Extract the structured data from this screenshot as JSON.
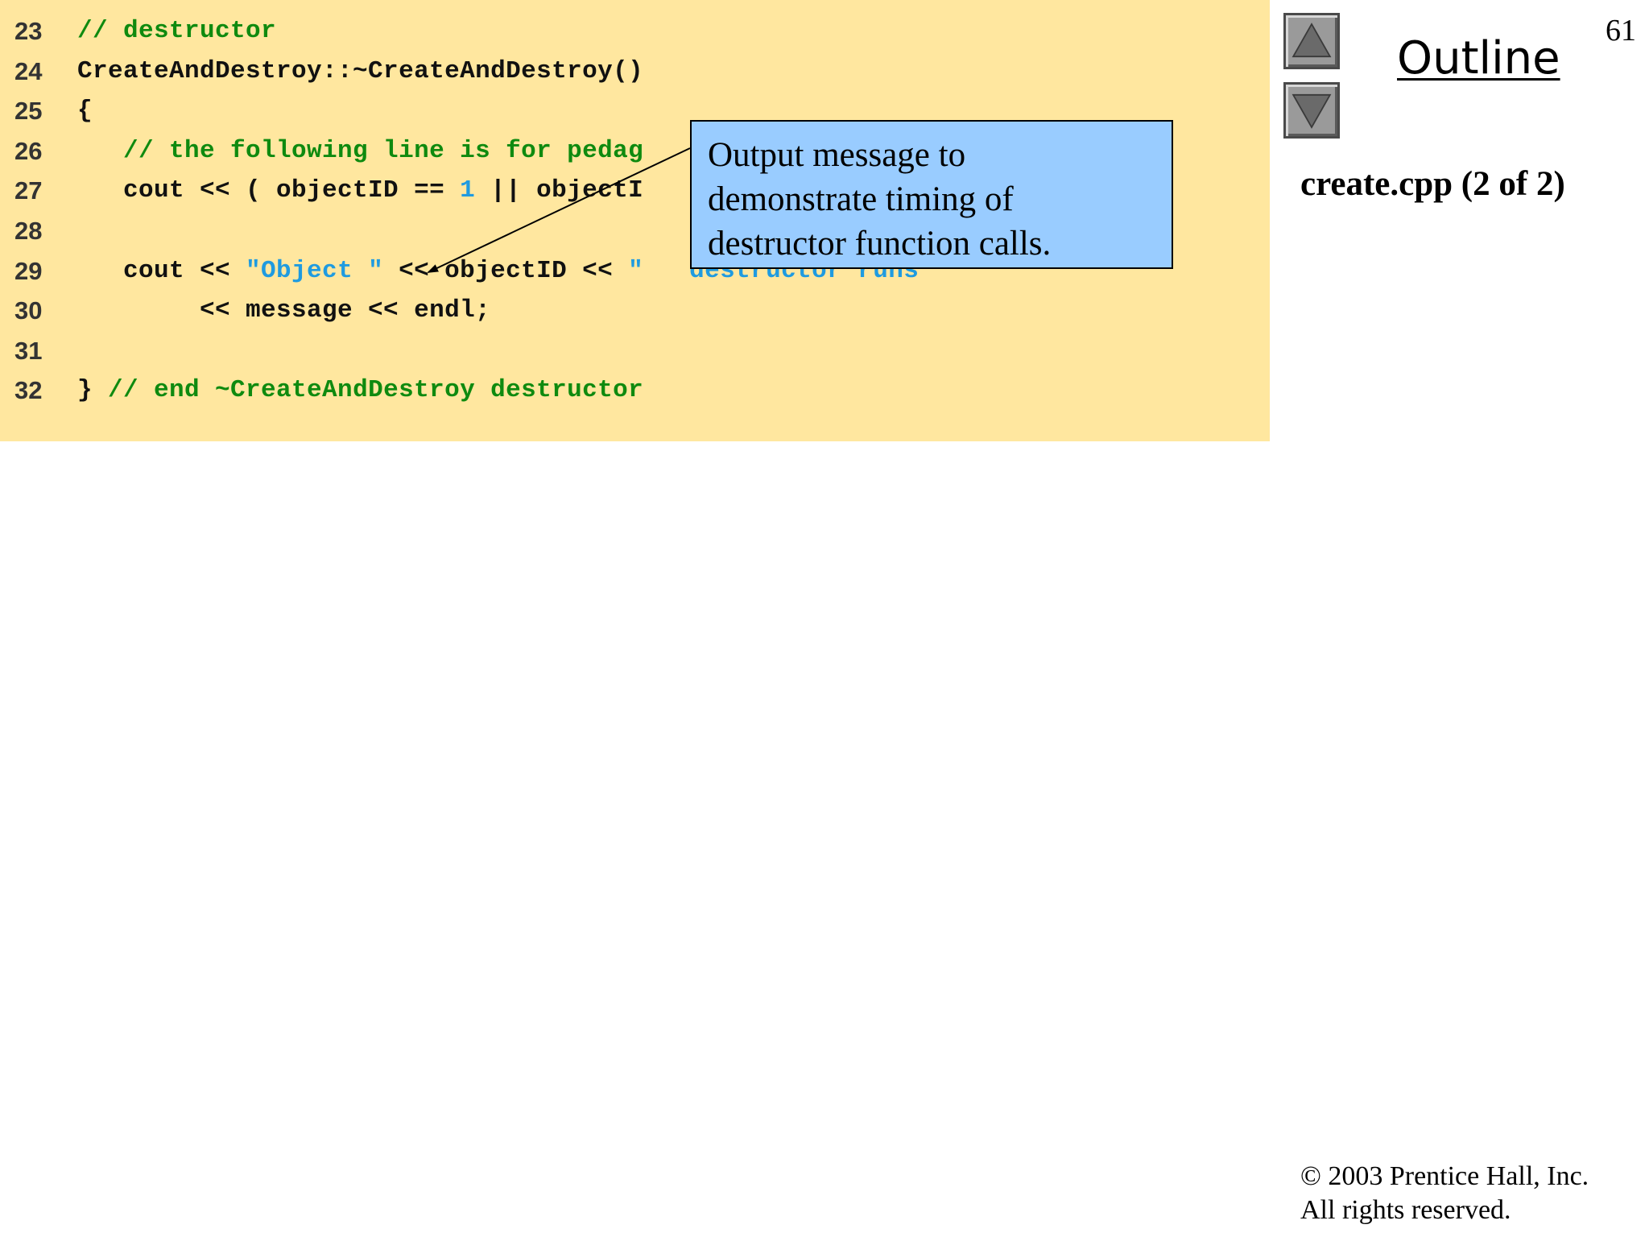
{
  "slide": {
    "page_number": "61",
    "outline_label": "Outline",
    "file_title": "create.cpp (2 of 2)",
    "copyright_line1": "© 2003 Prentice Hall, Inc.",
    "copyright_line2": "All rights reserved."
  },
  "nav": {
    "up_icon": "triangle-up-icon",
    "down_icon": "triangle-down-icon"
  },
  "colors": {
    "code_background": "#ffe79f",
    "comment": "#0f8a0f",
    "string": "#1f9be0",
    "callout_background": "#99ccff"
  },
  "code": {
    "lines": [
      {
        "num": "23",
        "tokens": [
          {
            "t": "// destructor",
            "k": "comment"
          }
        ]
      },
      {
        "num": "24",
        "tokens": [
          {
            "t": "CreateAndDestroy::~CreateAndDestroy()",
            "k": "plain"
          }
        ]
      },
      {
        "num": "25",
        "tokens": [
          {
            "t": "{",
            "k": "plain"
          }
        ]
      },
      {
        "num": "26",
        "tokens": [
          {
            "t": "   // the following line is for pedag",
            "k": "comment"
          }
        ]
      },
      {
        "num": "27",
        "tokens": [
          {
            "t": "   cout << ( objectID == ",
            "k": "plain"
          },
          {
            "t": "1",
            "k": "number"
          },
          {
            "t": " || objectI",
            "k": "plain"
          }
        ]
      },
      {
        "num": "28",
        "tokens": []
      },
      {
        "num": "29",
        "tokens": [
          {
            "t": "   cout << ",
            "k": "plain"
          },
          {
            "t": "\"Object \"",
            "k": "string"
          },
          {
            "t": " << objectID << ",
            "k": "plain"
          },
          {
            "t": "\"   destructor runs    \"",
            "k": "string"
          }
        ]
      },
      {
        "num": "30",
        "tokens": [
          {
            "t": "        << message << endl;",
            "k": "plain"
          }
        ]
      },
      {
        "num": "31",
        "tokens": []
      },
      {
        "num": "32",
        "tokens": [
          {
            "t": "} ",
            "k": "plain"
          },
          {
            "t": "// end ~CreateAndDestroy destructor",
            "k": "comment"
          }
        ]
      }
    ]
  },
  "callout": {
    "line1": "Output message to",
    "line2": "demonstrate timing of",
    "line3": "destructor function calls."
  }
}
